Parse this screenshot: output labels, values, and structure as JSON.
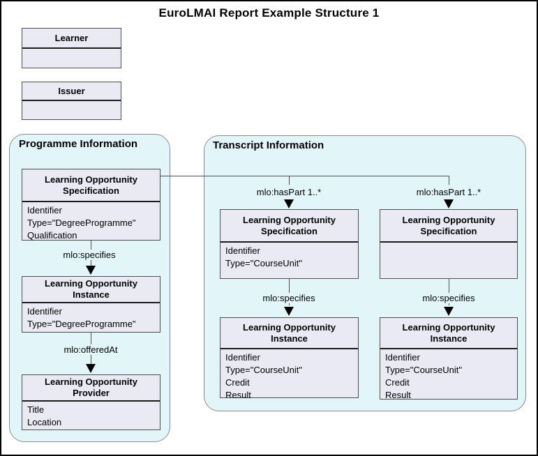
{
  "page": {
    "title": "EuroLMAI Report Example Structure 1"
  },
  "colors": {
    "container_fill": "#E2F6F9",
    "container_border": "#8C8C8C",
    "class_fill": "#E9EAF3",
    "class_border": "#4D4D4D",
    "outer_border": "#000000"
  },
  "entities": {
    "learner": {
      "title": "Learner"
    },
    "issuer": {
      "title": "Issuer"
    }
  },
  "programme": {
    "title": "Programme Information",
    "specification": {
      "title": "Learning Opportunity Specification",
      "attributes": [
        "Identifier",
        "Type=\"DegreeProgramme\"",
        "Qualification"
      ]
    },
    "specifies_label": "mlo:specifies",
    "instance": {
      "title": "Learning Opportunity Instance",
      "attributes": [
        "Identifier",
        "Type=\"DegreeProgramme\""
      ]
    },
    "offered_at_label": "mlo:offeredAt",
    "provider": {
      "title": "Learning Opportunity Provider",
      "attributes": [
        "Title",
        "Location"
      ]
    }
  },
  "transcript": {
    "title": "Transcript Information",
    "course1": {
      "has_part_label": "mlo:hasPart 1..*",
      "specification": {
        "title": "Learning Opportunity Specification",
        "attributes": [
          "Identifier",
          "Type=\"CourseUnit\""
        ]
      },
      "specifies_label": "mlo:specifies",
      "instance": {
        "title": "Learning Opportunity Instance",
        "attributes": [
          "Identifier",
          "Type=\"CourseUnit\"",
          "Credit",
          "Result"
        ]
      }
    },
    "course2": {
      "has_part_label": "mlo:hasPart 1..*",
      "specification": {
        "title": "Learning Opportunity Specification",
        "attributes": []
      },
      "specifies_label": "mlo:specifies",
      "instance": {
        "title": "Learning Opportunity Instance",
        "attributes": [
          "Identifier",
          "Type=\"CourseUnit\"",
          "Credit",
          "Result"
        ]
      }
    }
  }
}
